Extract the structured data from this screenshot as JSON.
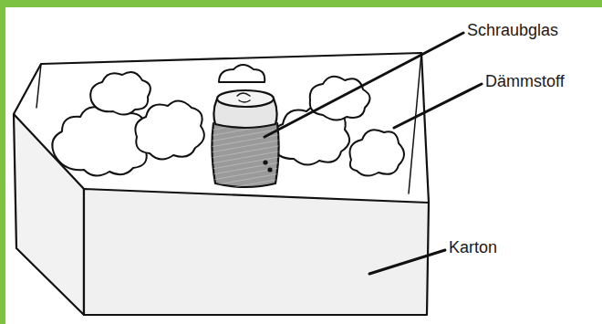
{
  "diagram": {
    "labels": [
      "Schraubglas",
      "Dämmstoff",
      "Karton"
    ]
  }
}
